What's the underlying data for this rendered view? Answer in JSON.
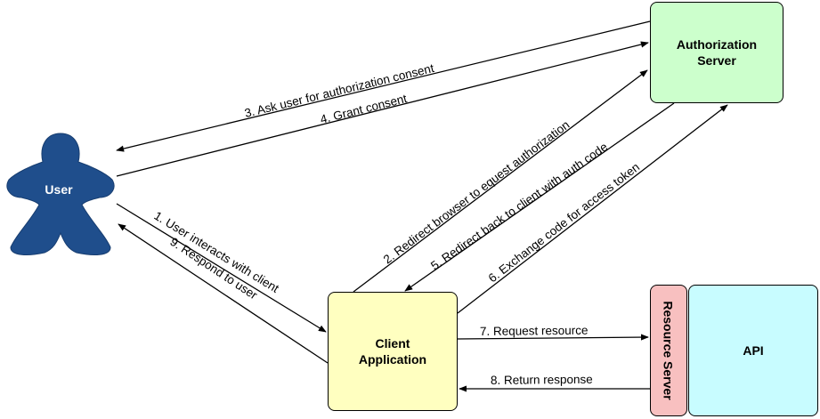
{
  "nodes": {
    "user": "User",
    "auth_server_line1": "Authorization",
    "auth_server_line2": "Server",
    "client_line1": "Client",
    "client_line2": "Application",
    "resource_server": "Resource Server",
    "api": "API"
  },
  "arrows": {
    "a1": "1. User interacts with client",
    "a2": "2. Redirect browser to equest authorization",
    "a3": "3. Ask user for authorization consent",
    "a4": "4. Grant consent",
    "a5": "5. Redirect back to client with auth code",
    "a6": "6. Exchange code for access token",
    "a7": "7. Request resource",
    "a8": "8. Return response",
    "a9": "9. Respond to user"
  },
  "colors": {
    "user_fill": "#1f4e8c",
    "auth_server_fill": "#ccffcc",
    "client_fill": "#ffffc0",
    "resource_server_fill": "#f8c0c0",
    "api_fill": "#c8fcff"
  }
}
